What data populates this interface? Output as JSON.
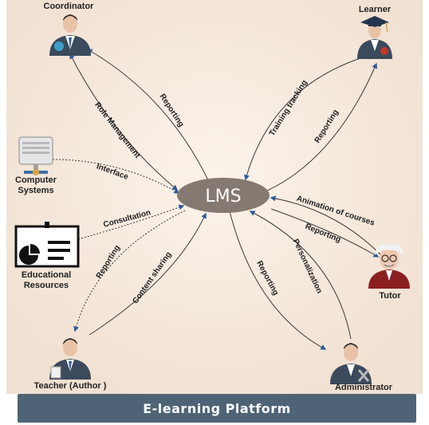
{
  "center": {
    "label": "LMS"
  },
  "footer": {
    "label": "E-learning Platform"
  },
  "nodes": {
    "coordinator": "Coordinator",
    "learner": "Learner",
    "computer_systems_line1": "Computer",
    "computer_systems_line2": "Systems",
    "educational_resources_line1": "Educational",
    "educational_resources_line2": "Resources",
    "tutor": "Tutor",
    "teacher": "Teacher (Author )",
    "administrator": "Administrator"
  },
  "edges": {
    "coordinator_role_management": "Role Management",
    "coordinator_reporting": "Reporting",
    "learner_training_tracking": "Training tracking",
    "learner_reporting": "Reporting",
    "computer_interface": "Interface",
    "resources_consultation": "Consultation",
    "tutor_animation": "Animation of courses",
    "tutor_reporting": "Reporting",
    "teacher_reporting": "Reporting",
    "teacher_content_sharing": "Content sharing",
    "admin_reporting": "Reporting",
    "admin_personalization": "Personalization"
  },
  "colors": {
    "background": "#f6eadf",
    "center_fill": "#857a72",
    "edge": "#3a3a3a",
    "arrow": "#2e5a9a",
    "footer": "#4e6476"
  }
}
